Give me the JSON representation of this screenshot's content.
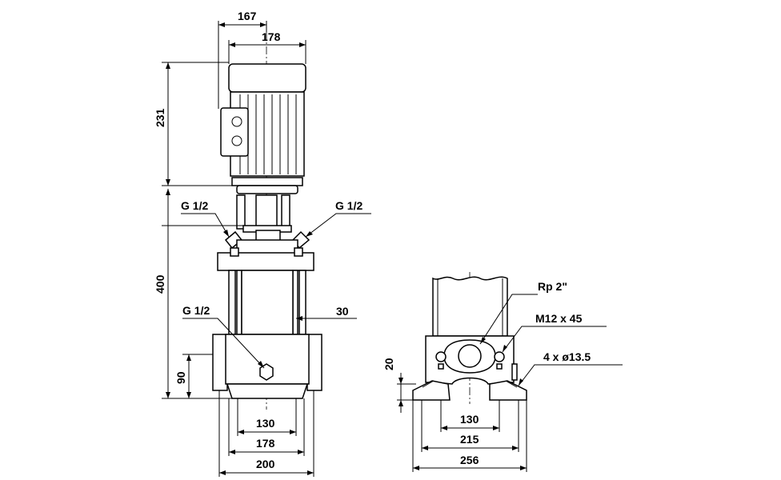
{
  "front_view": {
    "dims": {
      "width_top": "167",
      "width_motor": "178",
      "height_motor": "231",
      "height_pump": "400",
      "height_port": "90",
      "offset_right": "30",
      "base_130": "130",
      "base_178": "178",
      "base_200": "200"
    },
    "ports": {
      "upper_left": "G 1/2",
      "upper_right": "G 1/2",
      "lower_left": "G 1/2"
    }
  },
  "side_view": {
    "labels": {
      "thread": "Rp 2\"",
      "bolt": "M12 x 45",
      "holes": "4 x ø13.5"
    },
    "dims": {
      "flange_thickness": "20",
      "base_130": "130",
      "base_215": "215",
      "base_256": "256"
    }
  }
}
